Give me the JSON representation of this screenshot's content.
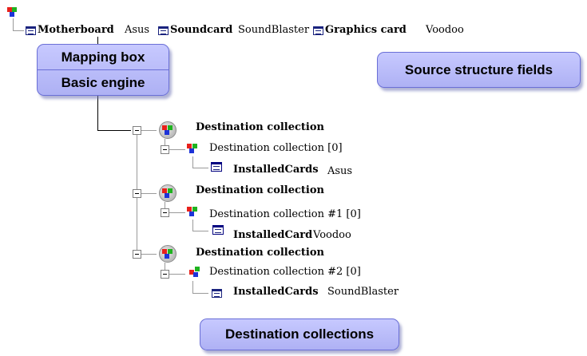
{
  "source": {
    "items": [
      {
        "name": "Motherboard",
        "value": "Asus"
      },
      {
        "name": "Soundcard",
        "value": "SoundBlaster"
      },
      {
        "name": "Graphics card",
        "value": "Voodoo"
      }
    ]
  },
  "callouts": {
    "mapping_box": "Mapping box",
    "basic_engine": "Basic engine",
    "source_fields": "Source structure fields",
    "destination_collections": "Destination collections"
  },
  "destination": {
    "groups": [
      {
        "title": "Destination collection",
        "child": "Destination collection [0]",
        "card_label": "InstalledCards",
        "card_value": "Asus"
      },
      {
        "title": "Destination collection",
        "child": "Destination collection #1 [0]",
        "card_label": "InstalledCard",
        "card_value": "Voodoo"
      },
      {
        "title": "Destination collection",
        "child": "Destination collection #2 [0]",
        "card_label": "InstalledCards",
        "card_value": "SoundBlaster"
      }
    ]
  },
  "colors": {
    "callout_fill": "#b9bcf9",
    "callout_border": "#6a6fd6",
    "red": "#e8201a",
    "green": "#1fb31f",
    "blue": "#1d33d8"
  }
}
